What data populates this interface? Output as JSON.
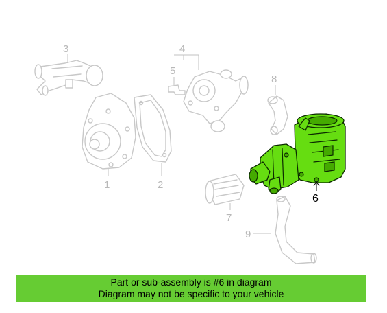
{
  "callouts": {
    "c1": "1",
    "c2": "2",
    "c3": "3",
    "c4": "4",
    "c5": "5",
    "c6": "6",
    "c7": "7",
    "c8": "8",
    "c9": "9"
  },
  "highlight": {
    "color": "#66dd11",
    "part": "6"
  },
  "banner": {
    "line1": "Part or sub-assembly is #6 in diagram",
    "line2": "Diagram may not be specific to your vehicle",
    "background": "#66cc33"
  }
}
